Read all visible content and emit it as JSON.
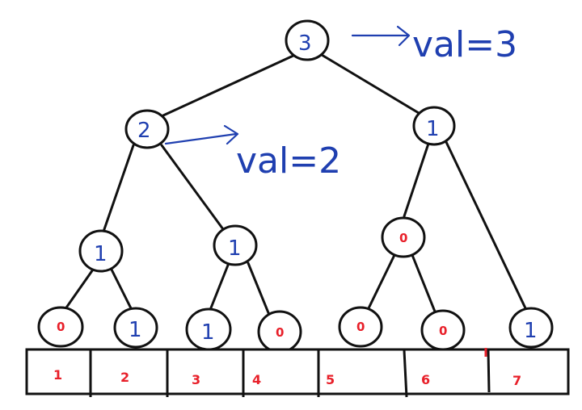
{
  "tree": {
    "nodes": [
      {
        "id": "root",
        "label": "3",
        "style": "blue"
      },
      {
        "id": "l1-left",
        "label": "2",
        "style": "blue"
      },
      {
        "id": "l1-right",
        "label": "1",
        "style": "blue"
      },
      {
        "id": "l2-a",
        "label": "1",
        "style": "blue"
      },
      {
        "id": "l2-b",
        "label": "1",
        "style": "blue"
      },
      {
        "id": "l2-c",
        "label": "0",
        "style": "red"
      },
      {
        "id": "leaf-1",
        "label": "0",
        "style": "red"
      },
      {
        "id": "leaf-2",
        "label": "1",
        "style": "blue"
      },
      {
        "id": "leaf-3",
        "label": "1",
        "style": "blue"
      },
      {
        "id": "leaf-4",
        "label": "0",
        "style": "red"
      },
      {
        "id": "leaf-5",
        "label": "0",
        "style": "red"
      },
      {
        "id": "leaf-6",
        "label": "0",
        "style": "red"
      },
      {
        "id": "leaf-7",
        "label": "1",
        "style": "blue"
      }
    ],
    "edges": [
      [
        "root",
        "l1-left"
      ],
      [
        "root",
        "l1-right"
      ],
      [
        "l1-left",
        "l2-a"
      ],
      [
        "l1-left",
        "l2-b"
      ],
      [
        "l1-right",
        "l2-c"
      ],
      [
        "l1-right",
        "leaf-7"
      ],
      [
        "l2-a",
        "leaf-1"
      ],
      [
        "l2-a",
        "leaf-2"
      ],
      [
        "l2-b",
        "leaf-3"
      ],
      [
        "l2-b",
        "leaf-4"
      ],
      [
        "l2-c",
        "leaf-5"
      ],
      [
        "l2-c",
        "leaf-6"
      ]
    ]
  },
  "array": {
    "cells": [
      "1",
      "2",
      "3",
      "4",
      "5",
      "6",
      "7"
    ]
  },
  "annotations": {
    "root_note": "val=3",
    "left_note": "val=2"
  },
  "colors": {
    "line": "#111111",
    "red_label": "#e8202a",
    "blue_ink": "#1f3fb0"
  }
}
